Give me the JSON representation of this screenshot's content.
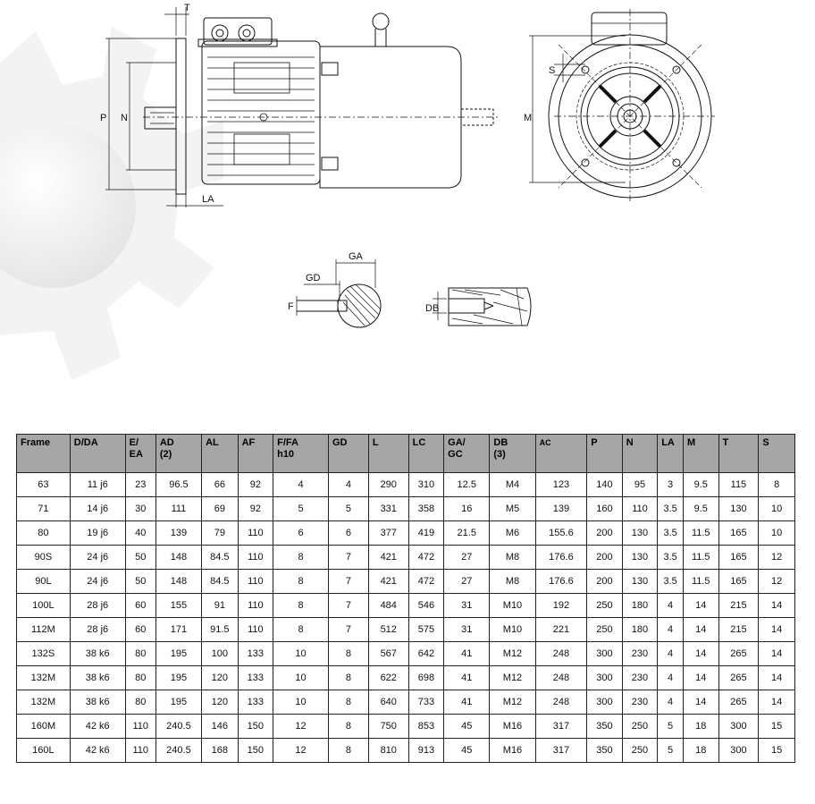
{
  "drawing": {
    "labels": {
      "t": "T",
      "p": "P",
      "n": "N",
      "la": "LA",
      "m": "M",
      "s": "S",
      "ga": "GA",
      "gd": "GD",
      "f": "F",
      "db": "DB"
    }
  },
  "table": {
    "headers": [
      [
        "Frame"
      ],
      [
        "D/DA"
      ],
      [
        "E/",
        "EA"
      ],
      [
        "AD",
        "(2)"
      ],
      [
        "AL"
      ],
      [
        "AF"
      ],
      [
        "F/FA",
        "h10"
      ],
      [
        "GD"
      ],
      [
        "L"
      ],
      [
        "LC"
      ],
      [
        "GA/",
        "GC"
      ],
      [
        "DB",
        "(3)"
      ],
      [
        "AC"
      ],
      [
        "P"
      ],
      [
        "N"
      ],
      [
        "LA"
      ],
      [
        "M"
      ],
      [
        "T"
      ],
      [
        "S"
      ]
    ],
    "rows": [
      [
        "63",
        "11 j6",
        "23",
        "96.5",
        "66",
        "92",
        "4",
        "4",
        "290",
        "310",
        "12.5",
        "M4",
        "123",
        "140",
        "95",
        "3",
        "9.5",
        "115",
        "8"
      ],
      [
        "71",
        "14 j6",
        "30",
        "111",
        "69",
        "92",
        "5",
        "5",
        "331",
        "358",
        "16",
        "M5",
        "139",
        "160",
        "110",
        "3.5",
        "9.5",
        "130",
        "10"
      ],
      [
        "80",
        "19 j6",
        "40",
        "139",
        "79",
        "110",
        "6",
        "6",
        "377",
        "419",
        "21.5",
        "M6",
        "155.6",
        "200",
        "130",
        "3.5",
        "11.5",
        "165",
        "10"
      ],
      [
        "90S",
        "24 j6",
        "50",
        "148",
        "84.5",
        "110",
        "8",
        "7",
        "421",
        "472",
        "27",
        "M8",
        "176.6",
        "200",
        "130",
        "3.5",
        "11.5",
        "165",
        "12"
      ],
      [
        "90L",
        "24 j6",
        "50",
        "148",
        "84.5",
        "110",
        "8",
        "7",
        "421",
        "472",
        "27",
        "M8",
        "176.6",
        "200",
        "130",
        "3.5",
        "11.5",
        "165",
        "12"
      ],
      [
        "100L",
        "28 j6",
        "60",
        "155",
        "91",
        "110",
        "8",
        "7",
        "484",
        "546",
        "31",
        "M10",
        "192",
        "250",
        "180",
        "4",
        "14",
        "215",
        "14"
      ],
      [
        "112M",
        "28 j6",
        "60",
        "171",
        "91.5",
        "110",
        "8",
        "7",
        "512",
        "575",
        "31",
        "M10",
        "221",
        "250",
        "180",
        "4",
        "14",
        "215",
        "14"
      ],
      [
        "132S",
        "38 k6",
        "80",
        "195",
        "100",
        "133",
        "10",
        "8",
        "567",
        "642",
        "41",
        "M12",
        "248",
        "300",
        "230",
        "4",
        "14",
        "265",
        "14"
      ],
      [
        "132M",
        "38 k6",
        "80",
        "195",
        "120",
        "133",
        "10",
        "8",
        "622",
        "698",
        "41",
        "M12",
        "248",
        "300",
        "230",
        "4",
        "14",
        "265",
        "14"
      ],
      [
        "132M",
        "38 k6",
        "80",
        "195",
        "120",
        "133",
        "10",
        "8",
        "640",
        "733",
        "41",
        "M12",
        "248",
        "300",
        "230",
        "4",
        "14",
        "265",
        "14"
      ],
      [
        "160M",
        "42 k6",
        "110",
        "240.5",
        "146",
        "150",
        "12",
        "8",
        "750",
        "853",
        "45",
        "M16",
        "317",
        "350",
        "250",
        "5",
        "18",
        "300",
        "15"
      ],
      [
        "160L",
        "42 k6",
        "110",
        "240.5",
        "168",
        "150",
        "12",
        "8",
        "810",
        "913",
        "45",
        "M16",
        "317",
        "350",
        "250",
        "5",
        "18",
        "300",
        "15"
      ]
    ]
  }
}
